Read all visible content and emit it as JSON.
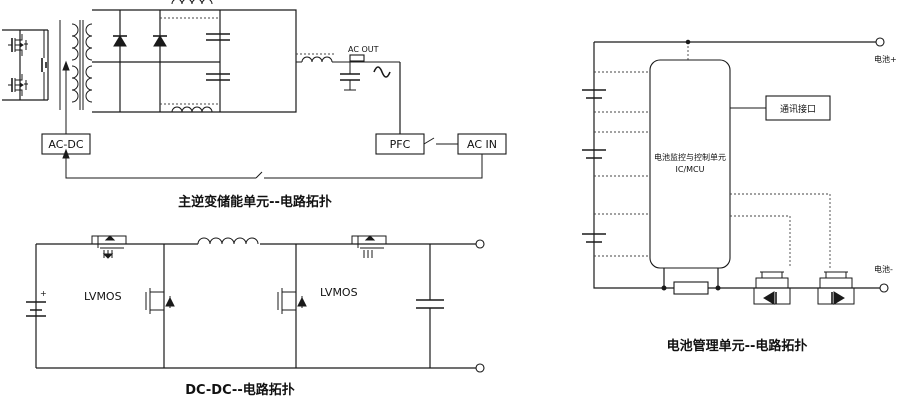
{
  "inverter": {
    "caption": "主逆变储能单元--电路拓扑",
    "ac_dc_label": "AC-DC",
    "pfc_label": "PFC",
    "ac_in_label": "AC IN",
    "ac_out_label": "AC OUT"
  },
  "dcdc": {
    "caption": "DC-DC--电路拓扑",
    "lvmos_left": "LVMOS",
    "lvmos_right": "LVMOS"
  },
  "bms": {
    "caption": "电池管理单元--电路拓扑",
    "battery_plus": "电池+",
    "battery_minus": "电池-",
    "comm_label": "通讯接口",
    "mcu_line1": "电池监控与控制单元",
    "mcu_line2": "IC/MCU"
  }
}
